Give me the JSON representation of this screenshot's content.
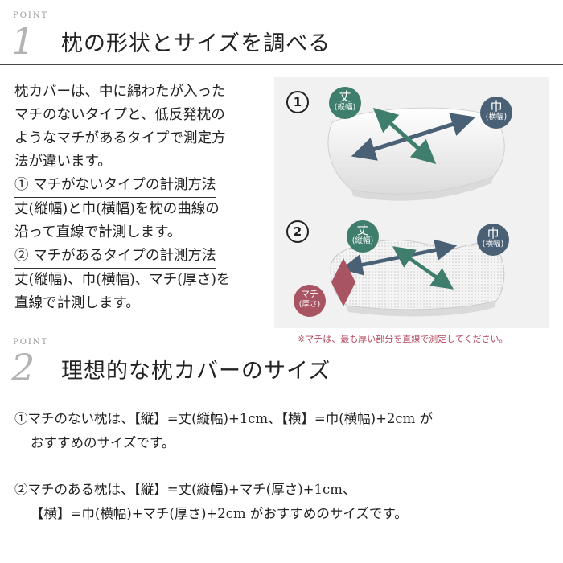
{
  "section1": {
    "point_label": "POINT",
    "point_number": "1",
    "title": "枕の形状とサイズを調べる",
    "paragraph": [
      "枕カバーは、中に綿わたが入った",
      "マチのないタイプと、低反発枕の",
      "ようなマチがあるタイプで測定方",
      "法が違います。"
    ],
    "method1_heading": "① マチがないタイプの計測方法",
    "method1_text": [
      "丈(縦幅)と巾(横幅)を枕の曲線の",
      "沿って直線で計測します。"
    ],
    "method2_heading": "② マチがあるタイプの計測方法",
    "method2_text": [
      "丈(縦幅)、巾(横幅)、マチ(厚さ)を",
      "直線で計測します。"
    ]
  },
  "diagram": {
    "num1": "1",
    "num2": "2",
    "badges": {
      "jo1_big": "丈",
      "jo1_small": "(縦幅)",
      "haba1_big": "巾",
      "haba1_small": "(横幅)",
      "jo2_big": "丈",
      "jo2_small": "(縦幅)",
      "haba2_big": "巾",
      "haba2_small": "(横幅)",
      "machi_big": "マチ",
      "machi_small": "(厚さ)"
    },
    "note": "※マチは、最も厚い部分を直線で測定してください。",
    "colors": {
      "teal": "#3f7d6d",
      "slate": "#4a6175",
      "rose": "#a85462"
    }
  },
  "section2": {
    "point_label": "POINT",
    "point_number": "2",
    "title": "理想的な枕カバーのサイズ",
    "rec1_line1": "①マチのない枕は、【縦】=丈(縦幅)+1cm、【横】=巾(横幅)+2cm が",
    "rec1_line2": "おすすめのサイズです。",
    "rec2_line1": "②マチのある枕は、【縦】=丈(縦幅)+マチ(厚さ)+1cm、",
    "rec2_line2": "【横】=巾(横幅)+マチ(厚さ)+2cm がおすすめのサイズです。"
  }
}
